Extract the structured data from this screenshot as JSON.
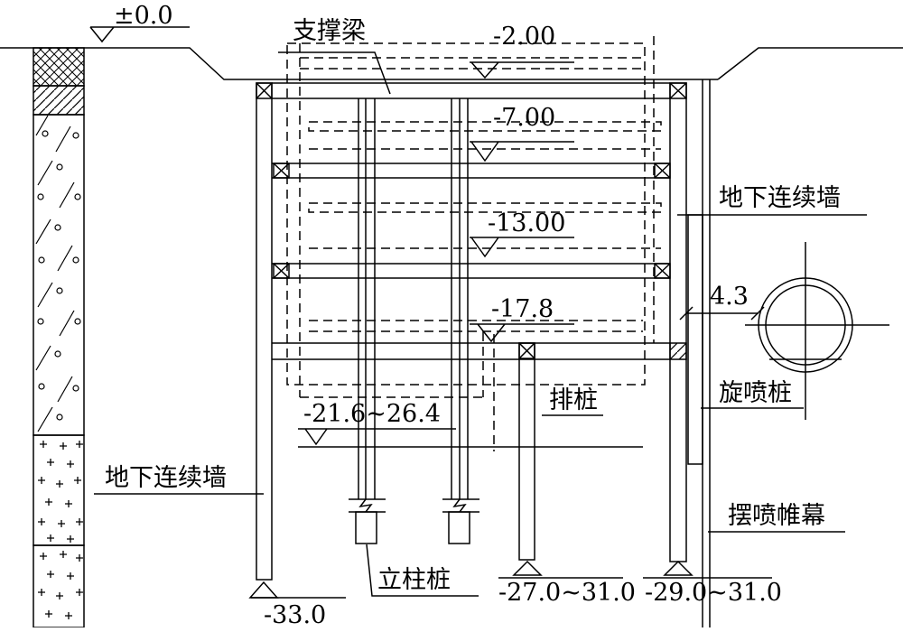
{
  "diagram": {
    "elevations": {
      "ground": "±0.0",
      "e1": "-2.00",
      "e2": "-7.00",
      "e3": "-13.00",
      "e4": "-17.8",
      "e5": "-21.6~26.4",
      "wall_toe_left": "-33.0",
      "pile_toe": "-27.0~31.0",
      "wall_toe_right": "-29.0~31.0"
    },
    "dimension_offset": "4.3",
    "labels": {
      "strut_beam": "支撑梁",
      "diaphragm_wall_right": "地下连续墙",
      "diaphragm_wall_left": "地下连续墙",
      "jet_grout_pile": "旋喷桩",
      "row_pile": "排桩",
      "swing_jet_curtain": "摆喷帷幕",
      "column_pile": "立柱桩"
    },
    "colors": {
      "line": "#000000",
      "background": "#ffffff"
    }
  }
}
